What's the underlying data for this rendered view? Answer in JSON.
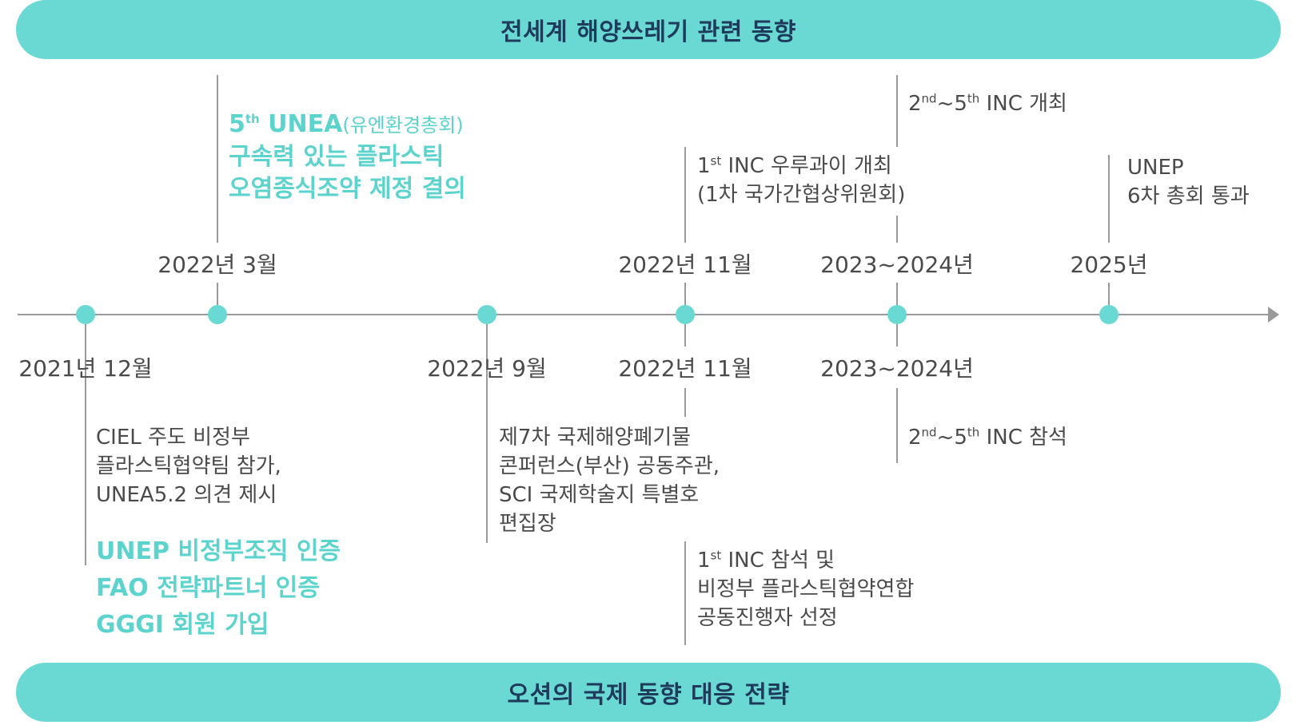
{
  "header_title": "전세계 해양쓰레기 관련 동향",
  "footer_title": "오션의 국제 동향 대응 전략",
  "colors": {
    "accent": "#6ad9d4",
    "highlight_text": "#5cd3cd",
    "banner_text": "#1f3b5c",
    "line": "#9a9a9a"
  },
  "dates_top": {
    "d2022_3": "2022년 3월",
    "d2022_11": "2022년 11월",
    "d2023_2024": "2023~2024년",
    "d2025": "2025년"
  },
  "dates_bottom": {
    "d2021_12": "2021년 12월",
    "d2022_9": "2022년 9월",
    "d2022_11": "2022년 11월",
    "d2023_2024": "2023~2024년"
  },
  "top_notes": {
    "unea": {
      "ordinal": "5",
      "ordinal_suffix": "th",
      "name": " UNEA",
      "subtitle": "(유엔환경총회)",
      "line2": "구속력 있는 플라스틱",
      "line3": "오염종식조약 제정 결의"
    },
    "inc1": {
      "ordinal": "1",
      "ordinal_suffix": "st",
      "line1_rest": " INC 우루과이 개최",
      "line2": "(1차 국가간협상위원회)"
    },
    "inc2_5": {
      "ord_a": "2",
      "ord_a_suffix": "nd",
      "tilde": "~",
      "ord_b": "5",
      "ord_b_suffix": "th",
      "rest": " INC 개최"
    },
    "unep": {
      "line1": "UNEP",
      "line2": "6차 총회 통과"
    }
  },
  "bottom_notes": {
    "ciel": {
      "lines": [
        "CIEL 주도 비정부",
        "플라스틱협약팀 참가,",
        "UNEA5.2 의견 제시"
      ],
      "highlights": [
        "UNEP 비정부조직 인증",
        "FAO 전략파트너 인증",
        "GGGI 회원 가입"
      ]
    },
    "conference": {
      "lines": [
        "제7차 국제해양폐기물",
        "콘퍼런스(부산) 공동주관,",
        "SCI 국제학술지 특별호",
        "편집장"
      ]
    },
    "inc1_attend": {
      "ordinal": "1",
      "ordinal_suffix": "st",
      "line1_rest": " INC 참석 및",
      "line2": "비정부 플라스틱협약연합",
      "line3": "공동진행자 선정"
    },
    "inc2_5_attend": {
      "ord_a": "2",
      "ord_a_suffix": "nd",
      "tilde": "~",
      "ord_b": "5",
      "ord_b_suffix": "th",
      "rest": " INC 참석"
    }
  }
}
